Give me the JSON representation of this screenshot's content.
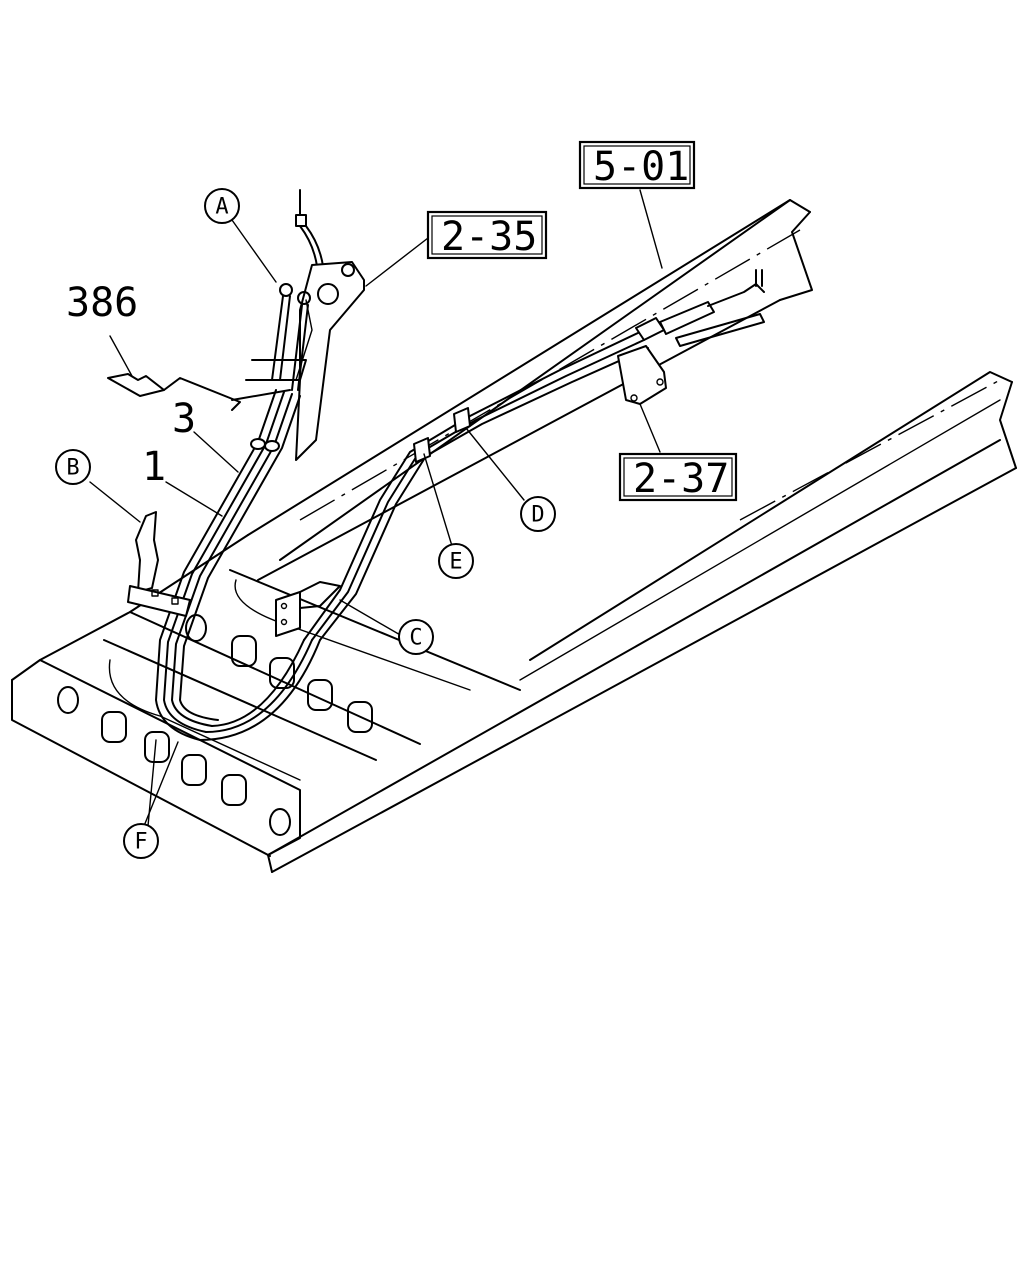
{
  "labels": {
    "ref_5_01": "5-01",
    "ref_2_35": "2-35",
    "ref_2_37": "2-37",
    "part_386": "386",
    "part_3": "3",
    "part_1": "1"
  },
  "callouts": {
    "a": "A",
    "b": "B",
    "c": "C",
    "d": "D",
    "e": "E",
    "f": "F"
  }
}
